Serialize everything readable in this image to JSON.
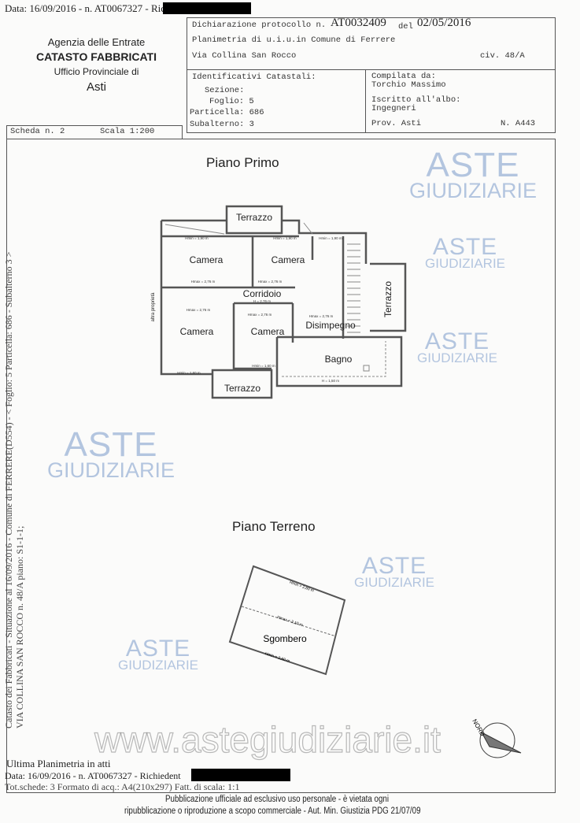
{
  "top_line": {
    "text": "Data: 16/09/2016 -  n. AT0067327 - Richiedent"
  },
  "office": {
    "agency": "Agenzia delle Entrate",
    "dept": "CATASTO FABBRICATI",
    "office": "Ufficio Provinciale di",
    "city": "Asti"
  },
  "declaration": {
    "protocol_label": "Dichiarazione protocollo n.",
    "protocol_number": "AT0032409",
    "del": "del",
    "date": "02/05/2016",
    "planimetria": "Planimetria di u.i.u.in Comune di Ferrere",
    "address": "Via Collina San Rocco",
    "civ": "civ. 48/A"
  },
  "identifiers": {
    "title": "Identificativi Catastali:",
    "sezione": "Sezione:",
    "foglio": "Foglio: 5",
    "particella": "Particella: 686",
    "subalterno": "Subalterno: 3"
  },
  "compiler": {
    "label": "Compilata da:",
    "name": "Torchio Massimo",
    "albo_label": "Iscritto all'albo:",
    "albo": "Ingegneri",
    "prov": "Prov. Asti",
    "number": "N. A443"
  },
  "scheda": {
    "label": "Scheda n. 2",
    "scale": "Scala 1:200"
  },
  "side_text": {
    "line1": "Catasto dei Fabbricati - Situazione al 16/09/2016 - Comune di FERRERE(D554) - < Foglio: 5 Particella: 686 - Subalterno 3 >",
    "line2": "VIA COLLINA SAN ROCCO n. 48/A piano: S1-1-1;"
  },
  "floors": {
    "first": "Piano Primo",
    "ground": "Piano Terreno"
  },
  "rooms": {
    "terrazzo_top": "Terrazzo",
    "camera1": "Camera",
    "camera2": "Camera",
    "corridoio": "Corridoio",
    "camera3": "Camera",
    "camera4": "Camera",
    "disimpegno": "Disimpegno",
    "bagno": "Bagno",
    "terrazzo_right": "Terrazzo",
    "terrazzo_bottom": "Terrazzo",
    "altra": "altra proprietà",
    "sgombero": "Sgombero"
  },
  "heights": {
    "hmin190": "Hmin = 1,90 m",
    "hmax276": "Hmax = 2,76 m",
    "h276": "H = 2,76 m",
    "hmin160": "Hmin = 1,60 m",
    "h150": "H = 1,50 m",
    "hmin260": "Hmin = 2,60 m",
    "hmax310": "Hmax = 3,10 m"
  },
  "north": "NORD",
  "watermark": {
    "aste": "ASTE",
    "giudiziarie": "GIUDIZIARIE",
    "url": "www.astegiudiziarie.it"
  },
  "footer": {
    "last": "Ultima Planimetria in atti",
    "line1": "Data: 16/09/2016 -  n. AT0067327 - Richiedent",
    "line2": "Tot.schede: 3    Formato di acq.: A4(210x297)    Fatt. di scala: 1:1",
    "notice1": "Pubblicazione ufficiale ad esclusivo uso personale - è vietata ogni",
    "notice2": "ripubblicazione o riproduzione a scopo commerciale - Aut. Min. Giustizia PDG 21/07/09"
  }
}
